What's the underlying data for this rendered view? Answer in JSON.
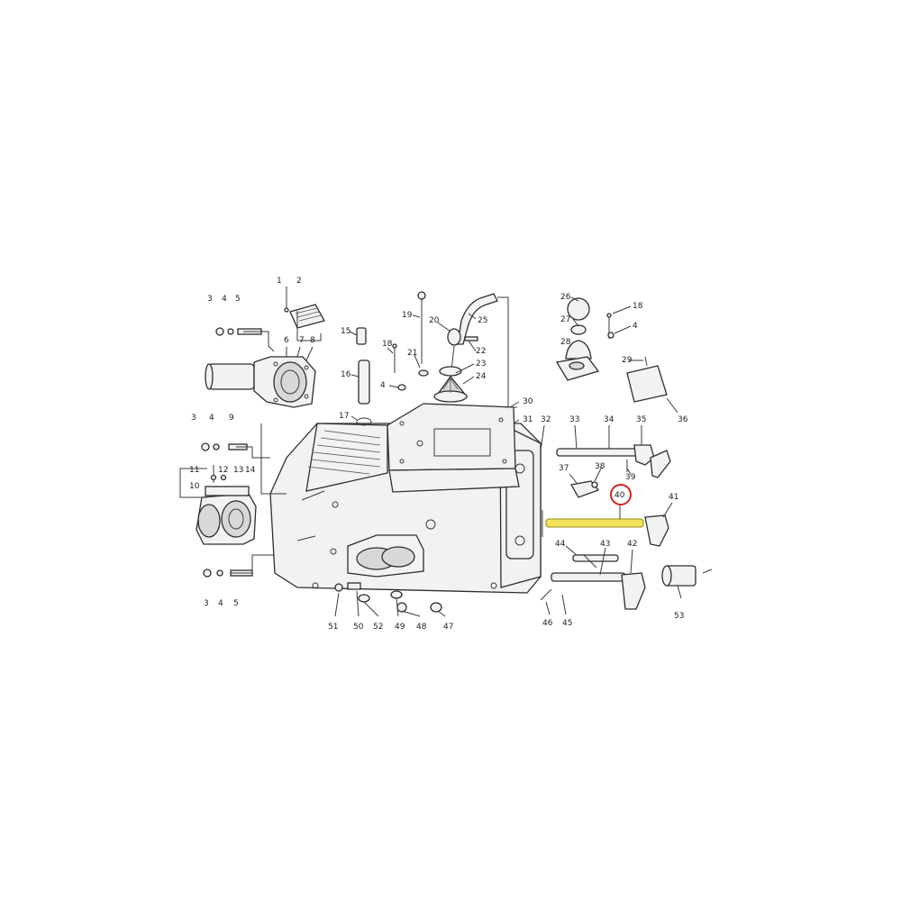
{
  "colors": {
    "highlight_fill": "#f2e25a",
    "highlight_ring": "#d62020",
    "ink": "#2e2e2e"
  },
  "highlighted_part": "40",
  "callouts": [
    {
      "id": "c1",
      "label": "1"
    },
    {
      "id": "c2",
      "label": "2"
    },
    {
      "id": "c3a",
      "label": "3"
    },
    {
      "id": "c4a",
      "label": "4"
    },
    {
      "id": "c5a",
      "label": "5"
    },
    {
      "id": "c6",
      "label": "6"
    },
    {
      "id": "c7",
      "label": "7"
    },
    {
      "id": "c8",
      "label": "8"
    },
    {
      "id": "c3b",
      "label": "3"
    },
    {
      "id": "c4b",
      "label": "4"
    },
    {
      "id": "c9",
      "label": "9"
    },
    {
      "id": "c11",
      "label": "11"
    },
    {
      "id": "c12",
      "label": "12"
    },
    {
      "id": "c10",
      "label": "10"
    },
    {
      "id": "c13",
      "label": "13"
    },
    {
      "id": "c14",
      "label": "14"
    },
    {
      "id": "c3c",
      "label": "3"
    },
    {
      "id": "c4c",
      "label": "4"
    },
    {
      "id": "c5c",
      "label": "5"
    },
    {
      "id": "c15",
      "label": "15"
    },
    {
      "id": "c16",
      "label": "16"
    },
    {
      "id": "c17",
      "label": "17"
    },
    {
      "id": "c18a",
      "label": "18"
    },
    {
      "id": "c4d",
      "label": "4"
    },
    {
      "id": "c19",
      "label": "19"
    },
    {
      "id": "c20",
      "label": "20"
    },
    {
      "id": "c21",
      "label": "21"
    },
    {
      "id": "c22",
      "label": "22"
    },
    {
      "id": "c23",
      "label": "23"
    },
    {
      "id": "c24",
      "label": "24"
    },
    {
      "id": "c25",
      "label": "25"
    },
    {
      "id": "c26",
      "label": "26"
    },
    {
      "id": "c27",
      "label": "27"
    },
    {
      "id": "c28",
      "label": "28"
    },
    {
      "id": "c18b",
      "label": "18"
    },
    {
      "id": "c4e",
      "label": "4"
    },
    {
      "id": "c29",
      "label": "29"
    },
    {
      "id": "c30",
      "label": "30"
    },
    {
      "id": "c31",
      "label": "31"
    },
    {
      "id": "c32",
      "label": "32"
    },
    {
      "id": "c33",
      "label": "33"
    },
    {
      "id": "c34",
      "label": "34"
    },
    {
      "id": "c35",
      "label": "35"
    },
    {
      "id": "c36",
      "label": "36"
    },
    {
      "id": "c37",
      "label": "37"
    },
    {
      "id": "c38",
      "label": "38"
    },
    {
      "id": "c39",
      "label": "39"
    },
    {
      "id": "c40",
      "label": "40"
    },
    {
      "id": "c41",
      "label": "41"
    },
    {
      "id": "c44",
      "label": "44"
    },
    {
      "id": "c43",
      "label": "43"
    },
    {
      "id": "c42",
      "label": "42"
    },
    {
      "id": "c53",
      "label": "53"
    },
    {
      "id": "c46",
      "label": "46"
    },
    {
      "id": "c45",
      "label": "45"
    },
    {
      "id": "c51",
      "label": "51"
    },
    {
      "id": "c50",
      "label": "50"
    },
    {
      "id": "c52",
      "label": "52"
    },
    {
      "id": "c49",
      "label": "49"
    },
    {
      "id": "c48",
      "label": "48"
    },
    {
      "id": "c47",
      "label": "47"
    }
  ]
}
